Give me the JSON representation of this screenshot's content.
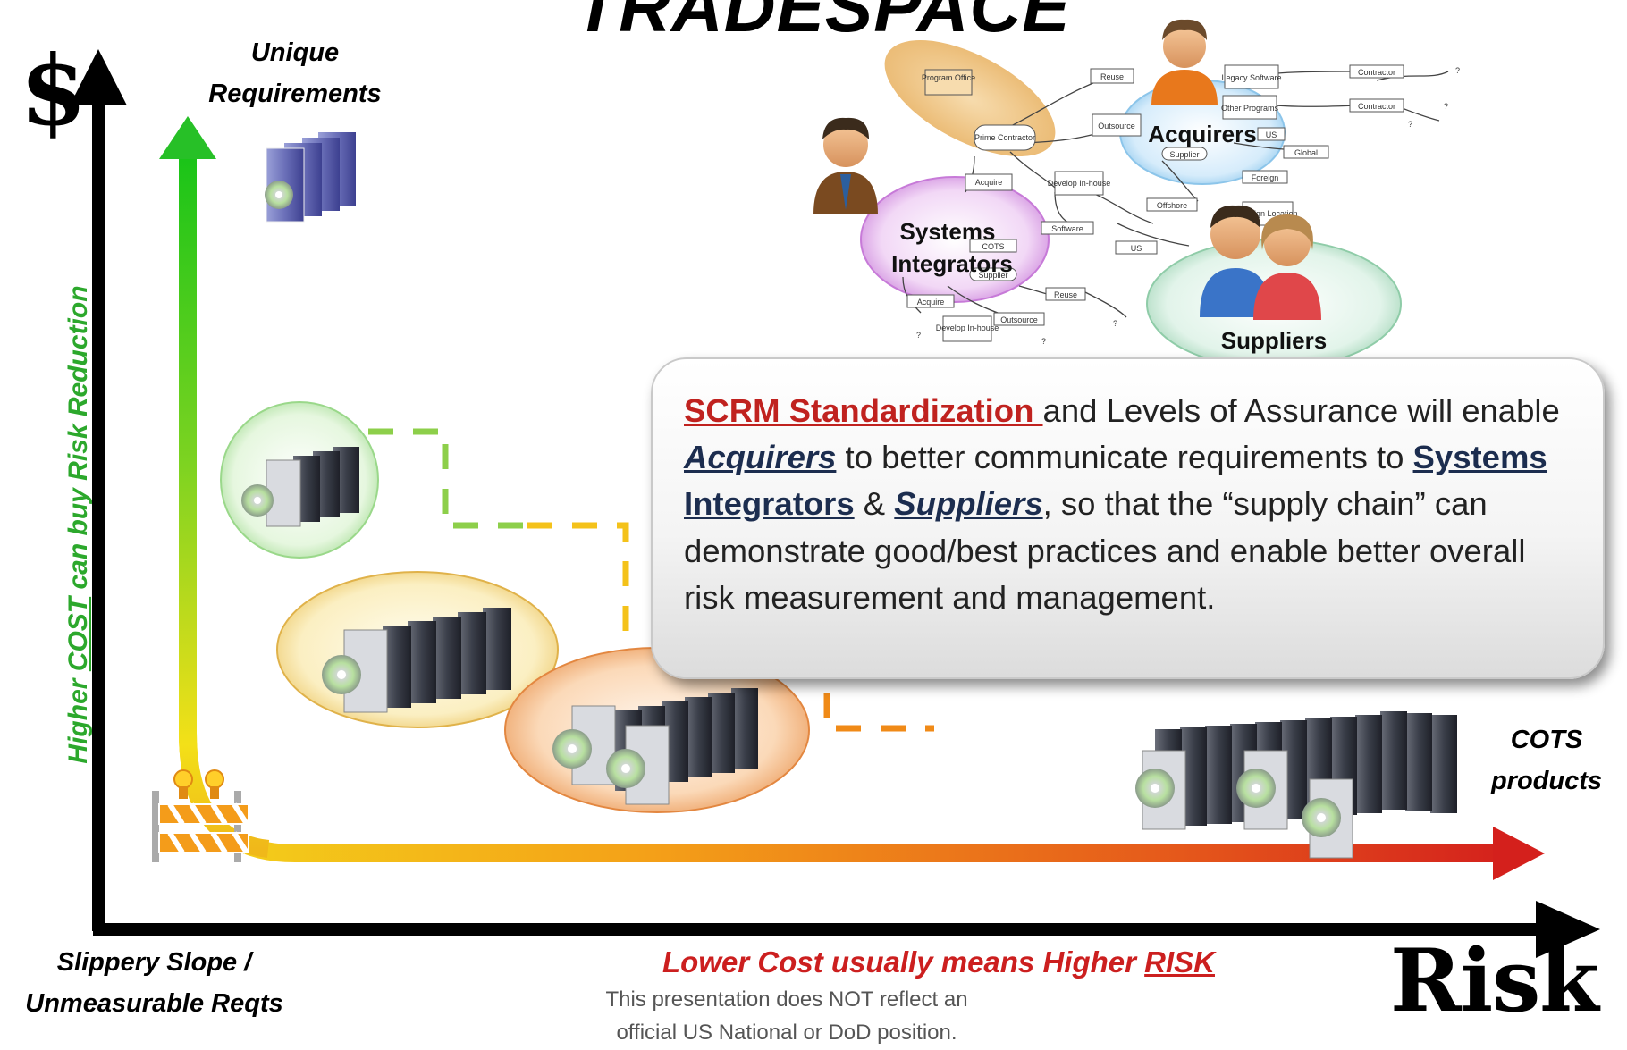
{
  "title": "TRADESPACE",
  "axes": {
    "y_symbol": "$",
    "x_symbol": "Risk",
    "y_label_pre": "Higher ",
    "y_label_key": "COST",
    "y_label_post": " can buy Risk Reduction",
    "x_label_pre": "Lower Cost usually means Higher ",
    "x_label_key": "RISK"
  },
  "labels": {
    "unique_line1": "Unique",
    "unique_line2": "Requirements",
    "cots_line1": "COTS",
    "cots_line2": "products",
    "slope_line1": "Slippery Slope /",
    "slope_line2": "Unmeasurable Reqts"
  },
  "roles": {
    "acquirers": "Acquirers",
    "integrators_line1": "Systems",
    "integrators_line2": "Integrators",
    "suppliers": "Suppliers"
  },
  "network_labels": {
    "program_office": "Program Office",
    "prime_contractor": "Prime Contractor",
    "reuse": "Reuse",
    "legacy_software": "Legacy Software",
    "other_programs": "Other Programs",
    "outsource": "Outsource",
    "us": "US",
    "global": "Global",
    "supplier": "Supplier",
    "foreign": "Foreign",
    "develop_inhouse": "Develop In-house",
    "offshore": "Offshore",
    "foreign_location": "Foreign Location",
    "software": "Software",
    "cots": "COTS",
    "acquire": "Acquire",
    "contractor": "Contractor",
    "question": "?"
  },
  "callout": {
    "highlight": "SCRM Standardization ",
    "t1": "and Levels of Assurance will enable ",
    "acquirers": "Acquirers",
    "t2": " to better communicate requirements to ",
    "integrators": "Systems Integrators",
    "t3": " & ",
    "suppliers": "Suppliers",
    "t4": ", so that the “supply chain” can demonstrate good/best practices and enable better overall        risk measurement and management."
  },
  "disclaimer": {
    "line1": "This presentation does NOT  reflect an",
    "line2": "official  US National or DoD position."
  },
  "colors": {
    "green_arrow": "#2cb52c",
    "yellow": "#f3d21a",
    "orange": "#f08a17",
    "red_arrow": "#d4201c",
    "highlight_red": "#c0221f",
    "emphasis_navy": "#1c2d4f"
  }
}
